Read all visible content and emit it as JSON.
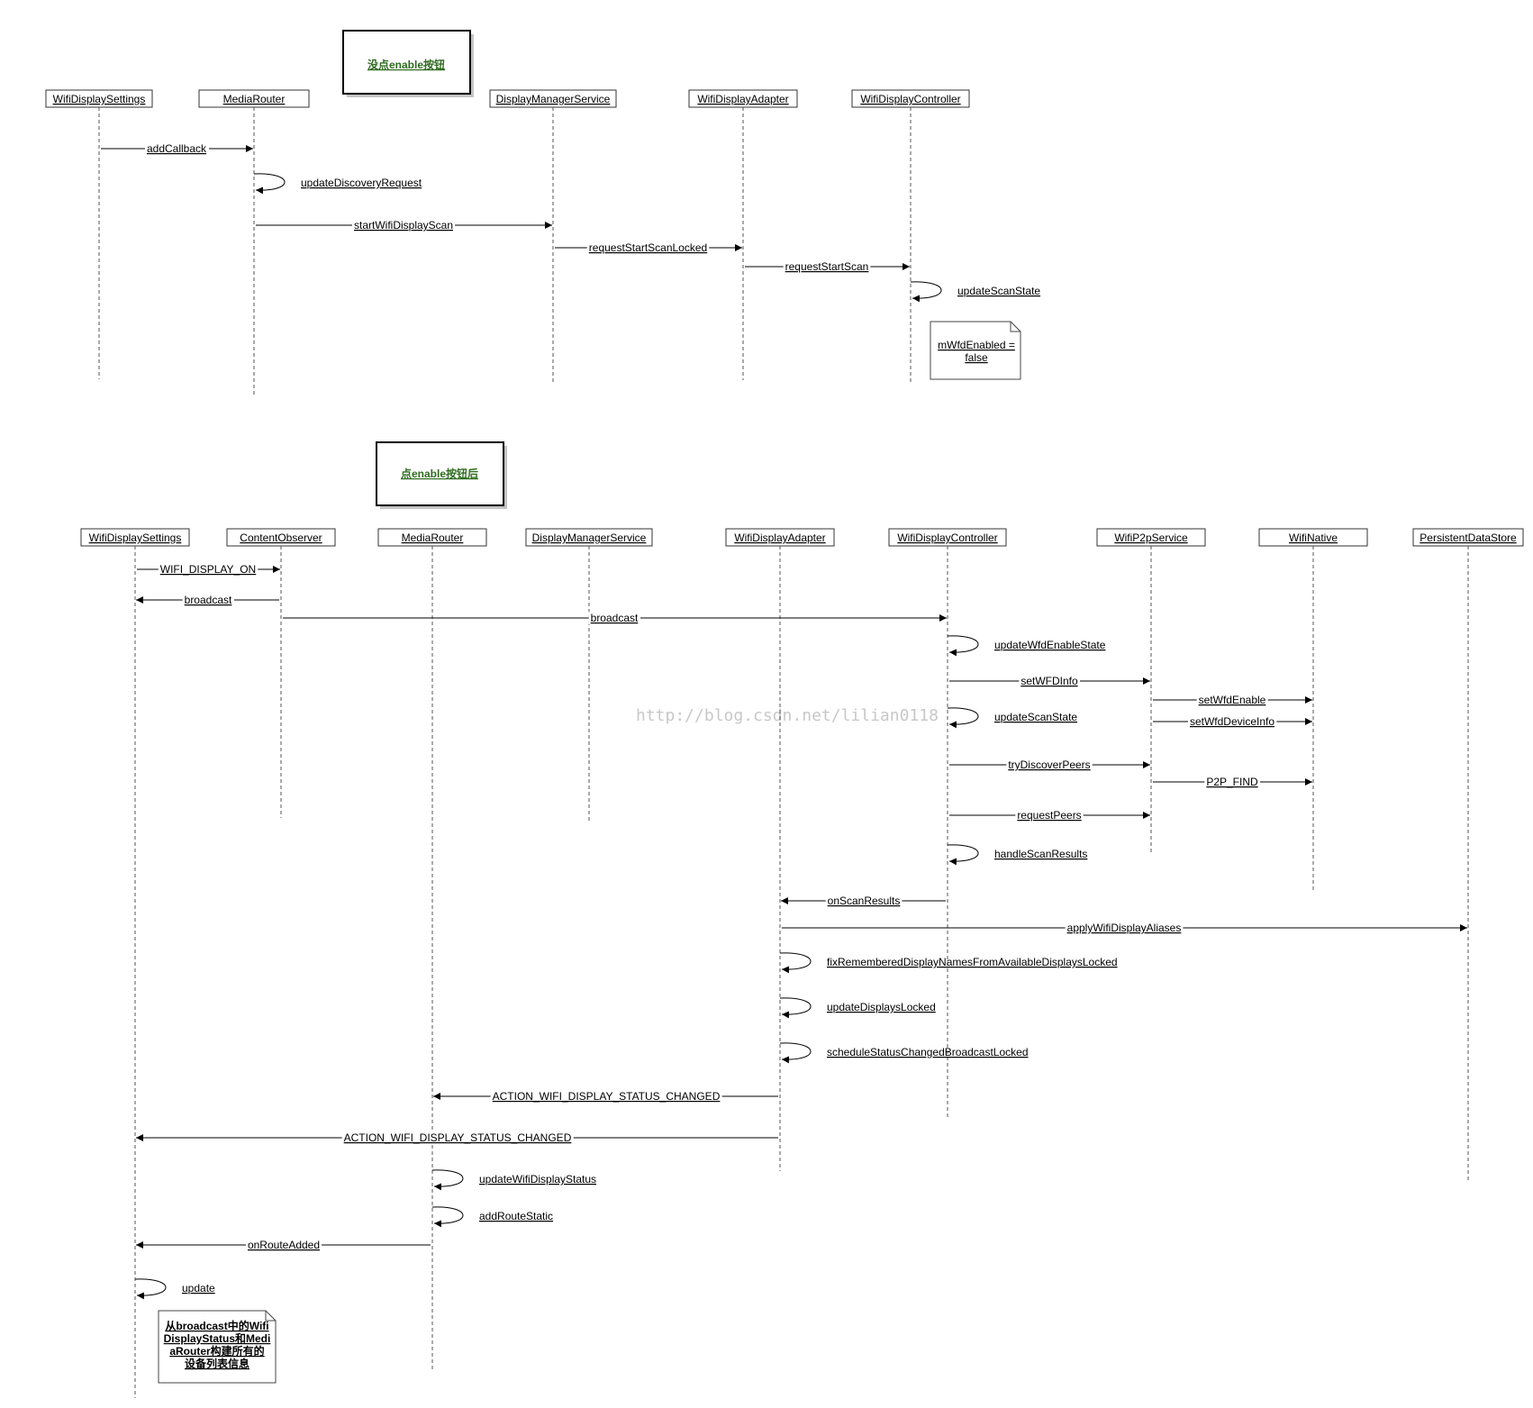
{
  "watermark": "http://blog.csdn.net/lilian0118",
  "colors": {
    "header_green": "#2e6b1f",
    "note_orange": "#a0560c",
    "line": "#000000"
  },
  "diagram1": {
    "header": "没点enable按钮",
    "participants": [
      "WifiDisplaySettings",
      "MediaRouter",
      "DisplayManagerService",
      "WifiDisplayAdapter",
      "WifiDisplayController"
    ],
    "messages": [
      {
        "from": 0,
        "to": 1,
        "label": "addCallback"
      },
      {
        "self": 1,
        "label": "updateDiscoveryRequest"
      },
      {
        "from": 1,
        "to": 2,
        "label": "startWifiDisplayScan"
      },
      {
        "from": 2,
        "to": 3,
        "label": "requestStartScanLocked"
      },
      {
        "from": 3,
        "to": 4,
        "label": "requestStartScan"
      },
      {
        "self": 4,
        "label": "updateScanState"
      }
    ],
    "note": [
      "mWfdEnabled =",
      "false"
    ]
  },
  "diagram2": {
    "header": "点enable按钮后",
    "participants": [
      "WifiDisplaySettings",
      "ContentObserver",
      "MediaRouter",
      "DisplayManagerService",
      "WifiDisplayAdapter",
      "WifiDisplayController",
      "WifiP2pService",
      "WifiNative",
      "PersistentDataStore"
    ],
    "messages": [
      {
        "from": 0,
        "to": 1,
        "label": "WIFI_DISPLAY_ON"
      },
      {
        "from": 1,
        "to": 0,
        "label": "broadcast"
      },
      {
        "from": 1,
        "to": 5,
        "label": "broadcast"
      },
      {
        "self": 5,
        "label": "updateWfdEnableState"
      },
      {
        "from": 5,
        "to": 6,
        "label": "setWFDInfo"
      },
      {
        "from": 6,
        "to": 7,
        "label": "setWfdEnable"
      },
      {
        "self": 5,
        "label": "updateScanState"
      },
      {
        "from": 6,
        "to": 7,
        "label": "setWfdDeviceInfo"
      },
      {
        "from": 5,
        "to": 6,
        "label": "tryDiscoverPeers"
      },
      {
        "from": 6,
        "to": 7,
        "label": "P2P_FIND"
      },
      {
        "from": 5,
        "to": 6,
        "label": "requestPeers"
      },
      {
        "self": 5,
        "label": "handleScanResults"
      },
      {
        "from": 5,
        "to": 4,
        "label": "onScanResults"
      },
      {
        "from": 4,
        "to": 8,
        "label": "applyWifiDisplayAliases"
      },
      {
        "self": 4,
        "label": "fixRememberedDisplayNamesFromAvailableDisplaysLocked"
      },
      {
        "self": 4,
        "label": "updateDisplaysLocked"
      },
      {
        "self": 4,
        "label": "scheduleStatusChangedBroadcastLocked"
      },
      {
        "from": 4,
        "to": 2,
        "label": "ACTION_WIFI_DISPLAY_STATUS_CHANGED"
      },
      {
        "from": 4,
        "to": 0,
        "label": "ACTION_WIFI_DISPLAY_STATUS_CHANGED"
      },
      {
        "self": 2,
        "label": "updateWifiDisplayStatus"
      },
      {
        "self": 2,
        "label": "addRouteStatic"
      },
      {
        "from": 2,
        "to": 0,
        "label": "onRouteAdded"
      },
      {
        "self": 0,
        "label": "update"
      }
    ],
    "note": [
      "从broadcast中的Wifi",
      "DisplayStatus和Medi",
      "aRouter构建所有的",
      "设备列表信息"
    ]
  }
}
